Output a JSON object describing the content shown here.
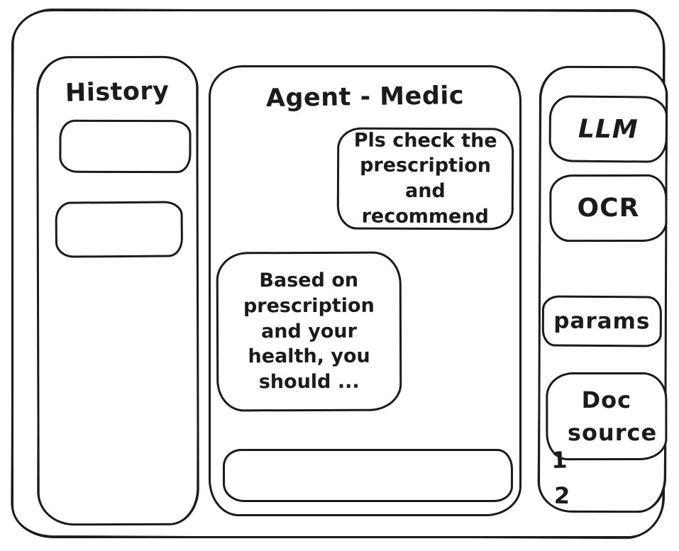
{
  "window": {
    "background": "#ffffff",
    "stroke_color": "#1b1b1b"
  },
  "history_panel": {
    "title": "History"
  },
  "chat_panel": {
    "title": "Agent - Medic",
    "messages": [
      {
        "role": "user",
        "text": "Pls check the prescription and recommend"
      },
      {
        "role": "assistant",
        "text": "Based on prescription and your health, you should ..."
      }
    ],
    "input_value": ""
  },
  "tools_panel": {
    "buttons": [
      {
        "label": "LLM"
      },
      {
        "label": "OCR"
      },
      {
        "label": "params"
      },
      {
        "label": "Doc source"
      }
    ],
    "doc_source_items": [
      "1",
      "2"
    ]
  }
}
